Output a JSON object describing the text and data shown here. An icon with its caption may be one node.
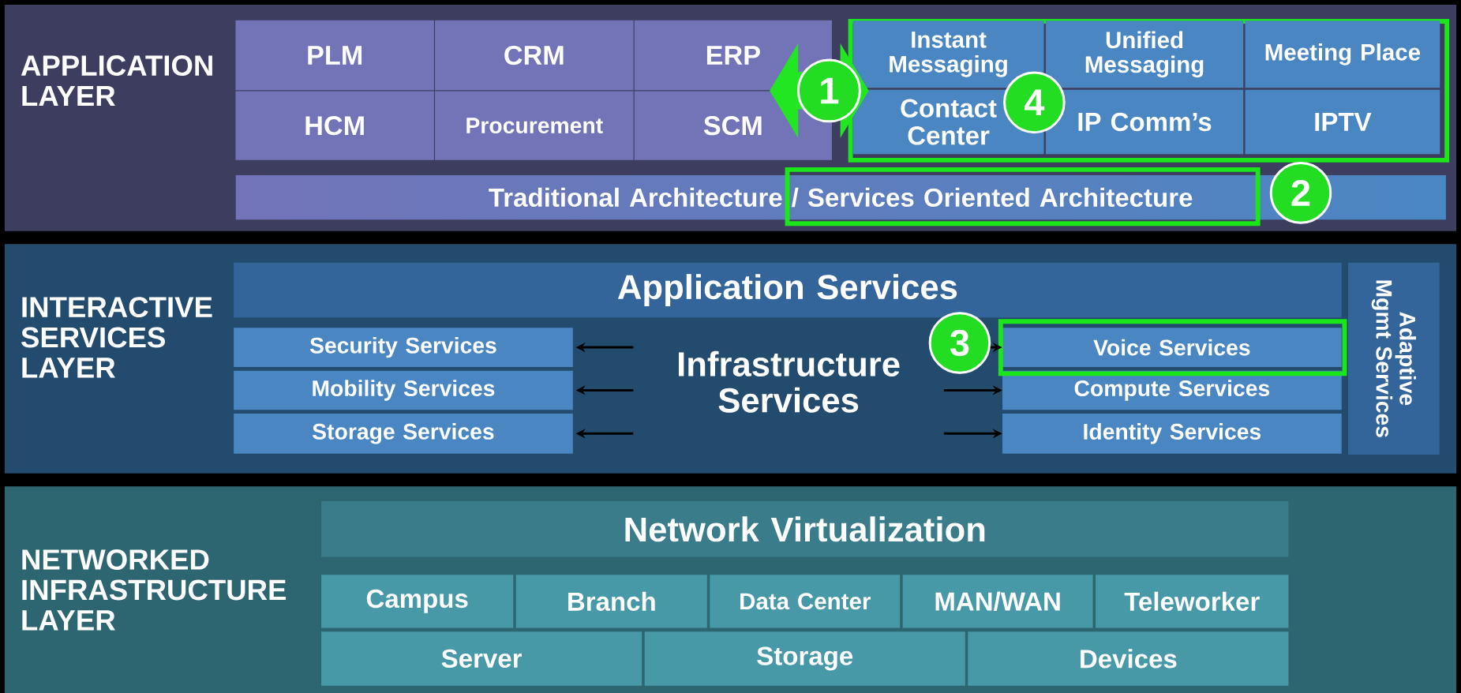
{
  "diagram": {
    "nodes": [
      {
        "text": [
          "APPLICATION LAYER"
        ]
      },
      {
        "text": [
          "PLM"
        ],
        "in": 0
      },
      {
        "text": [
          "CRM"
        ],
        "in": 0
      },
      {
        "text": [
          "ERP"
        ],
        "in": 0
      },
      {
        "text": [
          "HCM"
        ],
        "in": 0
      },
      {
        "text": [
          "Procurement"
        ],
        "in": 0
      },
      {
        "text": [
          "SCM"
        ],
        "in": 0
      },
      {
        "text": [],
        "shape": "box",
        "in": 0
      },
      {
        "text": [
          "Instant Messaging"
        ],
        "in": 7
      },
      {
        "text": [
          "Unified Messaging"
        ],
        "in": 7
      },
      {
        "text": [
          "Meeting Place"
        ],
        "in": 7
      },
      {
        "text": [
          "Contact Center"
        ],
        "in": 7
      },
      {
        "text": [
          "IP Comm’s"
        ],
        "in": 7
      },
      {
        "text": [
          "IPTV"
        ],
        "in": 7
      },
      {
        "text": [
          "Traditional Architecture / Services Oriented Architecture"
        ],
        "in": 0
      },
      {
        "text": [
          "INTERACTIVE SERVICES LAYER"
        ]
      },
      {
        "text": [
          "Application Services"
        ],
        "in": 15
      },
      {
        "text": [
          "Adaptive Mgmt Services"
        ],
        "in": 15
      },
      {
        "text": [
          "Security Services"
        ],
        "in": 15
      },
      {
        "text": [
          "Mobility Services"
        ],
        "in": 15
      },
      {
        "text": [
          "Storage Services"
        ],
        "in": 15
      },
      {
        "text": [
          "Infrastructure Services"
        ],
        "in": 15
      },
      {
        "text": [
          "Voice Services"
        ],
        "in": 15
      },
      {
        "text": [
          "Compute Services"
        ],
        "in": 15
      },
      {
        "text": [
          "Identity Services"
        ],
        "in": 15
      },
      {
        "text": [
          "NETWORKED INFRASTRUCTURE LAYER"
        ]
      },
      {
        "text": [
          "Network Virtualization"
        ],
        "in": 25
      },
      {
        "text": [
          "Campus"
        ],
        "in": 25
      },
      {
        "text": [
          "Branch"
        ],
        "in": 25
      },
      {
        "text": [
          "Data Center"
        ],
        "in": 25
      },
      {
        "text": [
          "MAN/WAN"
        ],
        "in": 25
      },
      {
        "text": [
          "Teleworker"
        ],
        "in": 25
      },
      {
        "text": [
          "Server"
        ],
        "in": 25
      },
      {
        "text": [
          "Storage"
        ],
        "in": 25
      },
      {
        "text": [
          "Devices"
        ],
        "in": 25
      }
    ],
    "edges": [
      {
        "from": 3,
        "to": 7,
        "arrow": "both",
        "label": "1",
        "style": "thick",
        "color": "#22e622"
      },
      {
        "from": 21,
        "to": 18,
        "arrow": "to"
      },
      {
        "from": 21,
        "to": 19,
        "arrow": "to"
      },
      {
        "from": 21,
        "to": 20,
        "arrow": "to"
      },
      {
        "from": 21,
        "to": 22,
        "arrow": "to"
      },
      {
        "from": 21,
        "to": 23,
        "arrow": "to"
      },
      {
        "from": 21,
        "to": 24,
        "arrow": "to"
      }
    ],
    "labels": [
      "2",
      "3",
      "4"
    ]
  }
}
